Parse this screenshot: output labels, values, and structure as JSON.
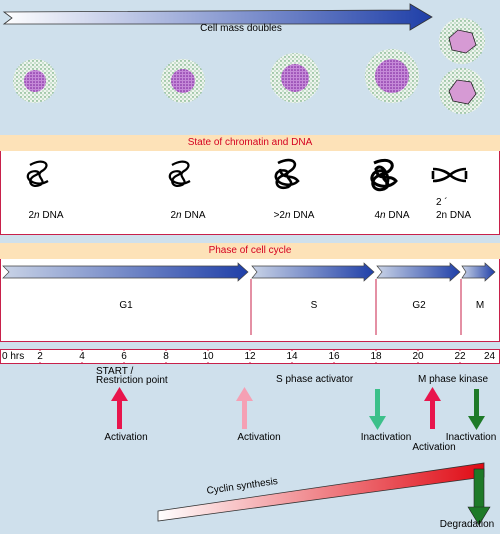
{
  "cell_mass": {
    "label": "Cell mass doubles"
  },
  "chromatin": {
    "title": "State of chromatin and DNA",
    "stages": [
      {
        "n": "2",
        "italic": "n",
        "suffix": " DNA"
      },
      {
        "n": "2",
        "italic": "n",
        "suffix": " DNA"
      },
      {
        "n": ">2",
        "italic": "n",
        "suffix": " DNA"
      },
      {
        "n": "4",
        "italic": "n",
        "suffix": " DNA"
      },
      {
        "n": "2 ´",
        "italic": "",
        "suffix": "",
        "line2": "2n DNA"
      }
    ]
  },
  "phase": {
    "title": "Phase of cell cycle",
    "phases": [
      "G1",
      "S",
      "G2",
      "M"
    ]
  },
  "timeline": {
    "ticks": [
      "0 hrs",
      "2",
      "4",
      "6",
      "8",
      "10",
      "12",
      "14",
      "16",
      "18",
      "20",
      "22",
      "24"
    ]
  },
  "regulators": {
    "start_line1": "START /",
    "start_line2": "Restriction point",
    "s_activator": "S phase activator",
    "m_kinase": "M phase kinase",
    "activation1": "Activation",
    "activation2": "Activation",
    "inactivation1": "Inactivation",
    "activation3": "Activation",
    "inactivation2": "Inactivation"
  },
  "cyclin": {
    "synthesis": "Cyclin synthesis",
    "degradation": "Degradation"
  },
  "colors": {
    "band_bg": "#fde2b8",
    "band_text": "#d4001f",
    "arrow_blue": "#1f3fa8",
    "red_arrow": "#e8154c",
    "pink_arrow": "#f5a0b4",
    "teal_arrow": "#3cc08a",
    "green_arrow": "#1e7a28"
  }
}
